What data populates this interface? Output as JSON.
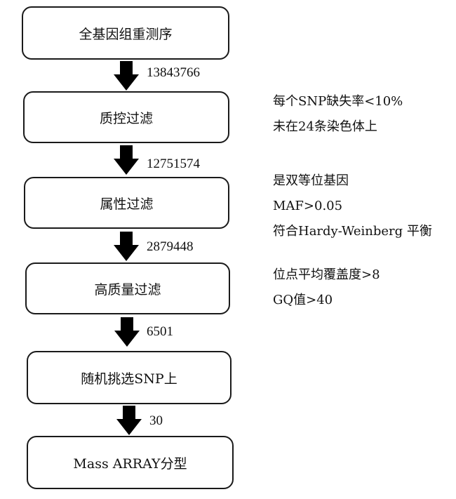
{
  "steps": [
    {
      "label": "全基因组重测序"
    },
    {
      "label": "质控过滤"
    },
    {
      "label": "属性过滤"
    },
    {
      "label": "高质量过滤"
    },
    {
      "label": "随机挑选SNP上"
    },
    {
      "label": "Mass ARRAY分型"
    }
  ],
  "counts": [
    "13843766",
    "12751574",
    "2879448",
    "6501",
    "30"
  ],
  "notes": {
    "qc": [
      "每个SNP缺失率<10%",
      "未在24条染色体上"
    ],
    "attribute": [
      "是双等位基因",
      "MAF>0.05",
      "符合Hardy-Weinberg 平衡"
    ],
    "quality": [
      "位点平均覆盖度>8",
      "GQ值>40"
    ]
  }
}
